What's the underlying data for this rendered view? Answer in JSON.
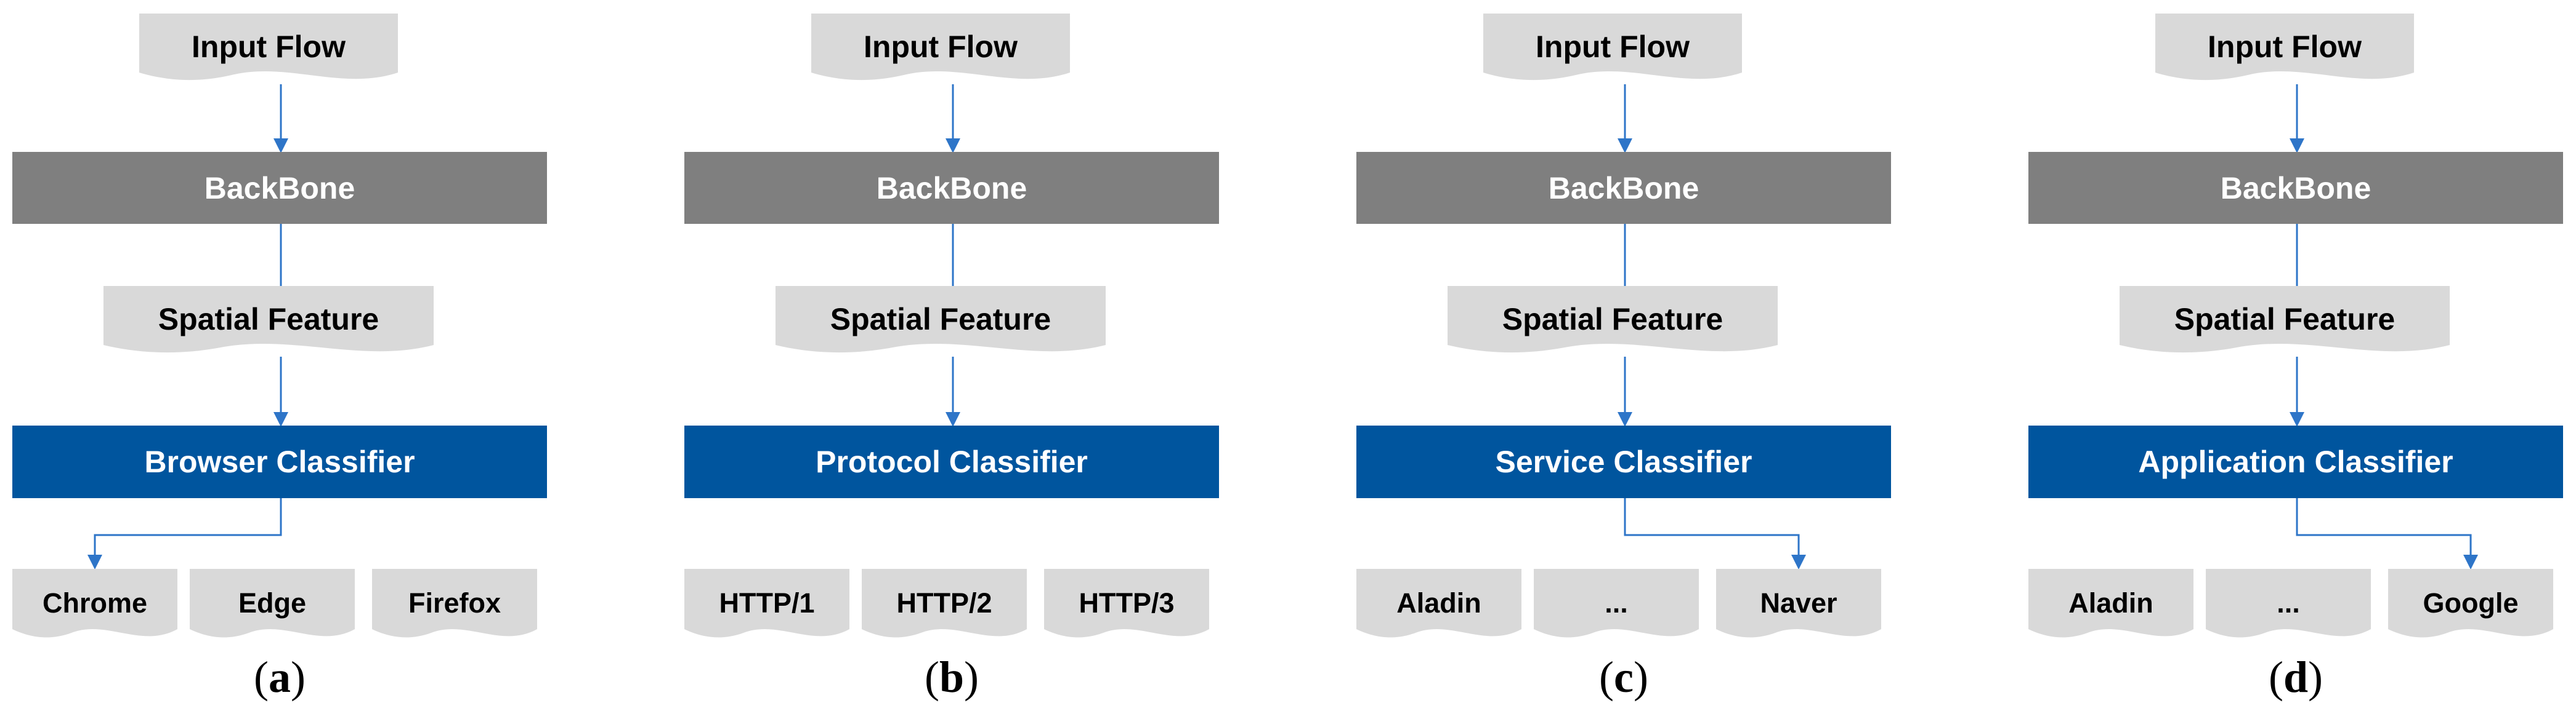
{
  "panels": [
    {
      "input_label": "Input Flow",
      "backbone_label": "BackBone",
      "feature_label": "Spatial Feature",
      "classifier_label": "Browser Classifier",
      "outputs": [
        "Chrome",
        "Edge",
        "Firefox"
      ],
      "selected_output": 0,
      "caption_letter": "a"
    },
    {
      "input_label": "Input Flow",
      "backbone_label": "BackBone",
      "feature_label": "Spatial Feature",
      "classifier_label": "Protocol Classifier",
      "outputs": [
        "HTTP/1",
        "HTTP/2",
        "HTTP/3"
      ],
      "selected_output": null,
      "caption_letter": "b"
    },
    {
      "input_label": "Input Flow",
      "backbone_label": "BackBone",
      "feature_label": "Spatial Feature",
      "classifier_label": "Service Classifier",
      "outputs": [
        "Aladin",
        "...",
        "Naver"
      ],
      "selected_output": 2,
      "caption_letter": "c"
    },
    {
      "input_label": "Input Flow",
      "backbone_label": "BackBone",
      "feature_label": "Spatial Feature",
      "classifier_label": "Application Classifier",
      "outputs": [
        "Aladin",
        "...",
        "Google"
      ],
      "selected_output": 2,
      "caption_letter": "d"
    }
  ],
  "colors": {
    "document_fill": "#d9d9d9",
    "backbone_fill": "#7f7f7f",
    "classifier_fill": "#00559e",
    "arrow": "#2e75c8"
  }
}
